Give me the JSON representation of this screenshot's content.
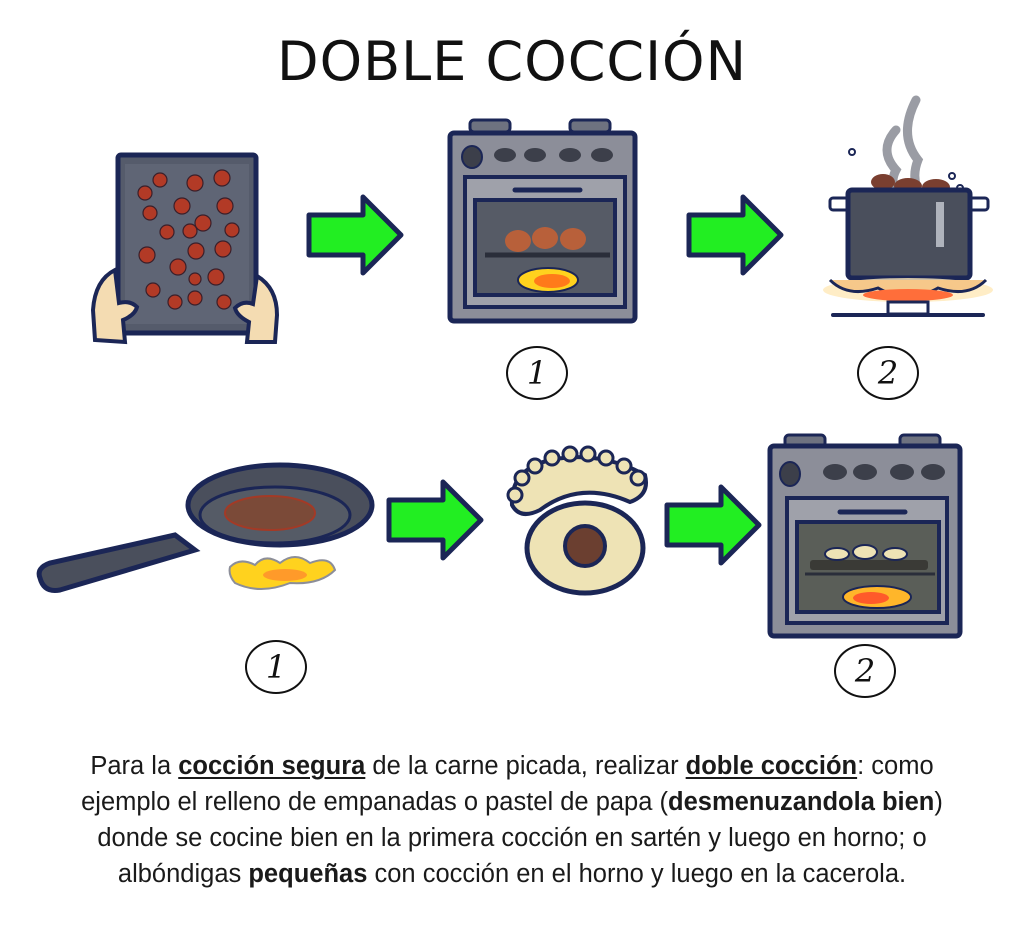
{
  "title": "DOBLE COCCIÓN",
  "colors": {
    "arrow_fill": "#22ee22",
    "outline": "#1b2656",
    "appliance_gray": "#8c8e99",
    "dark_metal": "#4a4f5c",
    "meat": "#b23a26",
    "dough": "#eee3b5",
    "flame_yellow": "#ffd21e",
    "flame_orange": "#ff7a1a"
  },
  "row1": {
    "steps": [
      {
        "label": "tray-of-meatballs",
        "number": ""
      },
      {
        "label": "oven",
        "number": "1"
      },
      {
        "label": "pot-on-stove",
        "number": "2"
      }
    ]
  },
  "row2": {
    "steps": [
      {
        "label": "frying-pan",
        "number": "1"
      },
      {
        "label": "empanada",
        "number": ""
      },
      {
        "label": "oven",
        "number": "2"
      }
    ]
  },
  "caption": {
    "line1_a": "Para la ",
    "line1_b": "cocción segura",
    "line1_c": " de la carne picada, realizar ",
    "line1_d": "doble cocción",
    "line1_e": ": como",
    "line2_a": "ejemplo el relleno de empanadas o pastel de papa (",
    "line2_b": "desmenuzandola bien",
    "line2_c": ")",
    "line3": "donde se cocine bien en la primera cocción en sartén y luego en horno; o",
    "line4_a": "albóndigas ",
    "line4_b": "pequeñas",
    "line4_c": " con cocción en el horno y luego en la cacerola."
  }
}
